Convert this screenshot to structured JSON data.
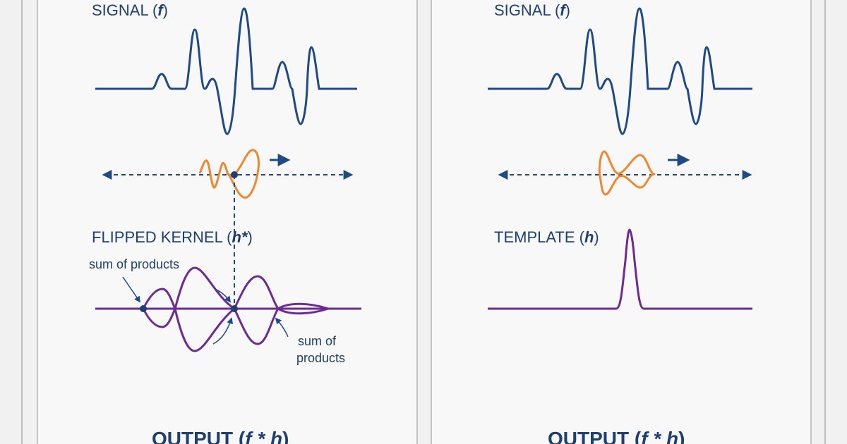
{
  "left_panel": {
    "signal_label": {
      "name": "SIGNAL (",
      "var": "f",
      "close": ")"
    },
    "kernel_label": {
      "name": "FLIPPED KERNEL (",
      "var": "h*",
      "close": ")"
    },
    "annotation_top": "sum of products",
    "annotation_bottom_line1": "sum of",
    "annotation_bottom_line2": "products",
    "output_label": {
      "name": "OUTPUT (",
      "var": "f * h",
      "close": ")"
    }
  },
  "right_panel": {
    "signal_label": {
      "name": "SIGNAL (",
      "var": "f",
      "close": ")"
    },
    "template_label": {
      "name": "TEMPLATE (",
      "var": "h",
      "close": ")"
    },
    "output_label": {
      "name": "OUTPUT (",
      "var": "f * h",
      "close": ")"
    }
  },
  "colors": {
    "signal": "#1e4a86",
    "kernel": "#ee8830",
    "template": "#6c2a92",
    "text": "#1e3f72",
    "panel_border": "#c4c4c4"
  },
  "icons": [
    "double-arrow-icon",
    "direction-arrow-icon",
    "pointer-arrow-icon",
    "dot-marker-icon"
  ]
}
